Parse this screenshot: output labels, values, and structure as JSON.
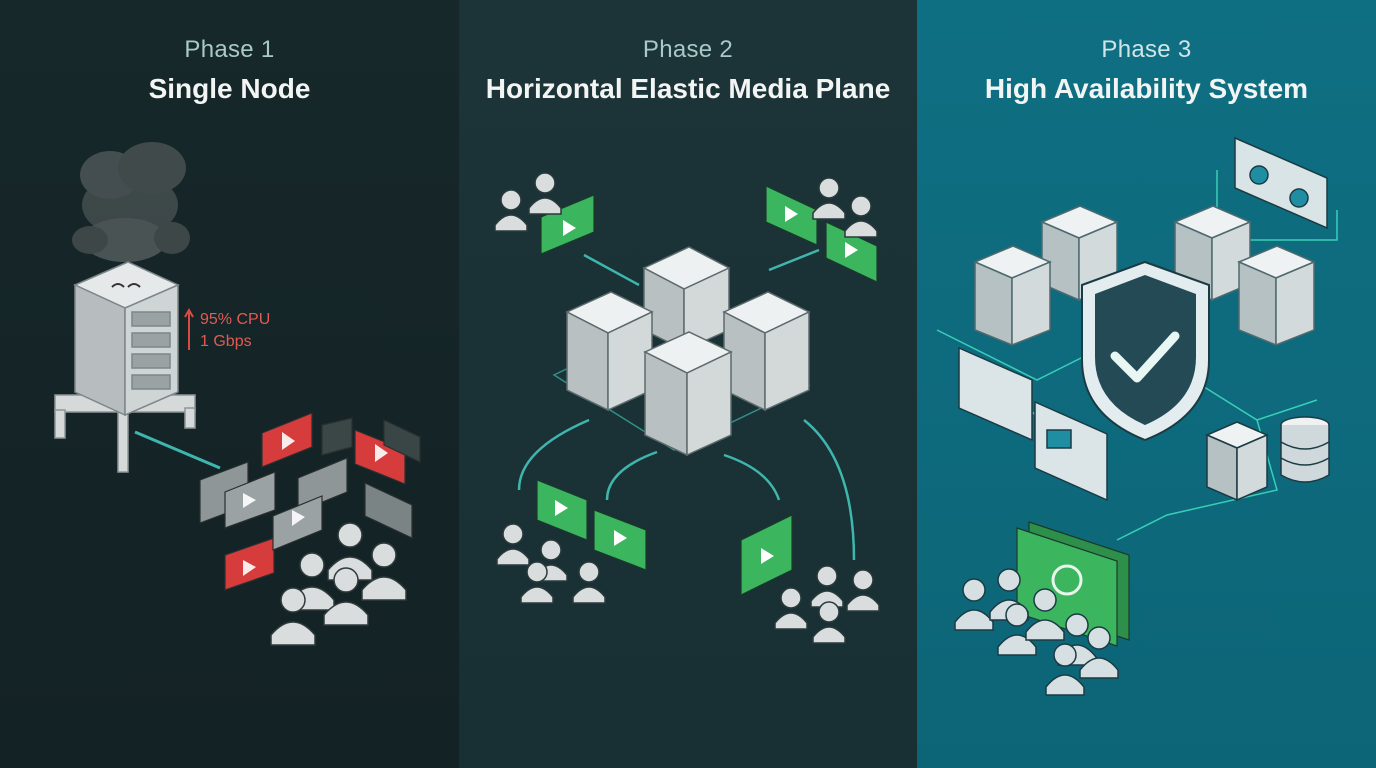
{
  "panels": [
    {
      "phase": "Phase 1",
      "title": "Single Node",
      "stats": [
        "95% CPU",
        "1 Gbps"
      ]
    },
    {
      "phase": "Phase 2",
      "title": "Horizontal Elastic Media Plane"
    },
    {
      "phase": "Phase 3",
      "title": "High Availability System"
    }
  ],
  "colors": {
    "overload_red": "#d63c3c",
    "stream_green": "#3bb55e",
    "connector_teal": "#3fb6ad",
    "server_gray": "#d5d9da"
  }
}
